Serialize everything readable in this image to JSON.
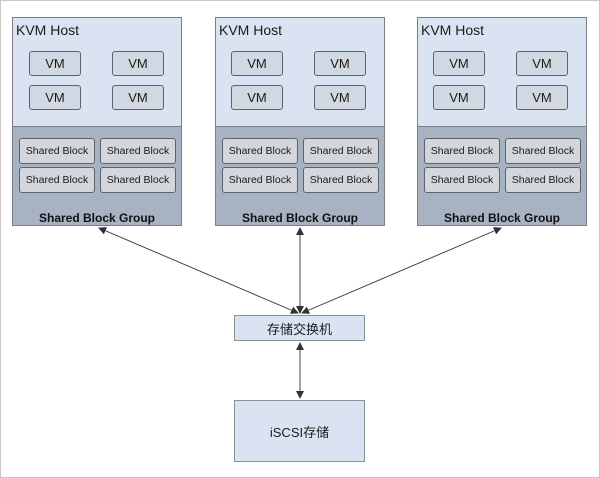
{
  "hosts": [
    {
      "title": "KVM Host",
      "vms": [
        "VM",
        "VM",
        "VM",
        "VM"
      ],
      "shared_blocks": [
        "Shared Block",
        "Shared Block",
        "Shared Block",
        "Shared Block"
      ],
      "group_label": "Shared Block Group"
    },
    {
      "title": "KVM Host",
      "vms": [
        "VM",
        "VM",
        "VM",
        "VM"
      ],
      "shared_blocks": [
        "Shared Block",
        "Shared Block",
        "Shared Block",
        "Shared Block"
      ],
      "group_label": "Shared Block Group"
    },
    {
      "title": "KVM Host",
      "vms": [
        "VM",
        "VM",
        "VM",
        "VM"
      ],
      "shared_blocks": [
        "Shared Block",
        "Shared Block",
        "Shared Block",
        "Shared Block"
      ],
      "group_label": "Shared Block Group"
    }
  ],
  "switch": {
    "label": "存储交换机"
  },
  "storage": {
    "label": "iSCSI存储"
  },
  "colors": {
    "host_top": "#d9e3f2",
    "host_bottom": "#a7b2c3",
    "vm_fill": "#d2d8e2",
    "shared_block_fill": "#d3d6db",
    "border": "#7a7f86",
    "arrow": "#333333"
  }
}
